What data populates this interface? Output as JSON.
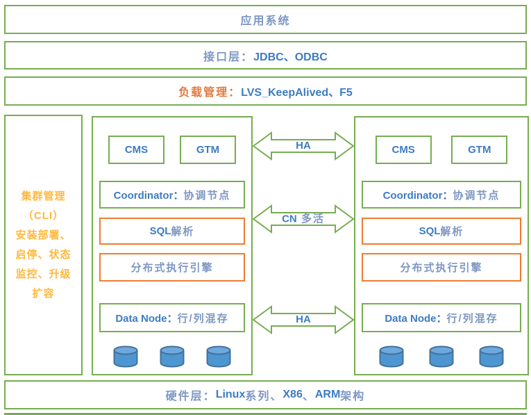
{
  "colors": {
    "border_green": "#77AD51",
    "border_orange": "#ED7D31",
    "text_blue_bold": "#3D7CC1",
    "text_blue_muted": "#7E97C3",
    "text_orange": "#E3793B",
    "text_gold": "#FFB83D",
    "cylinder_body": "#4E96D1",
    "cylinder_top": "#6FA8DC",
    "cylinder_stroke": "#41719C"
  },
  "bars": {
    "app": {
      "label": "应用系统"
    },
    "interface": {
      "prefix": "接口层：",
      "value": "JDBC、ODBC"
    },
    "load": {
      "prefix": "负载管理：",
      "value": "LVS_KeepAlived、F5"
    },
    "hardware": {
      "seg0": "硬件层：",
      "seg1": "Linux",
      "seg2": " 系列、",
      "seg3": "X86",
      "seg4": "、",
      "seg5": "ARM",
      "seg6": " 架构"
    }
  },
  "sidebar": {
    "lines": [
      "集群管理",
      "（CLI）",
      "安装部署、",
      "启停、状态",
      "监控、升级",
      "扩容"
    ]
  },
  "cluster": {
    "cms_label": "CMS",
    "gtm_label": "GTM",
    "coordinator_en": "Coordinator：",
    "coordinator_zh": "协调节点",
    "sql_en": "SQL ",
    "sql_zh": "解析",
    "engine_label": "分布式执行引擎",
    "datanode_en": "Data Node：",
    "datanode_zh": "行/列混存",
    "cylinder_count_per_node": 3
  },
  "arrows": [
    {
      "label_en": "HA",
      "label_zh": ""
    },
    {
      "label_en": "CN",
      "label_zh": " 多活"
    },
    {
      "label_en": "HA",
      "label_zh": ""
    }
  ]
}
